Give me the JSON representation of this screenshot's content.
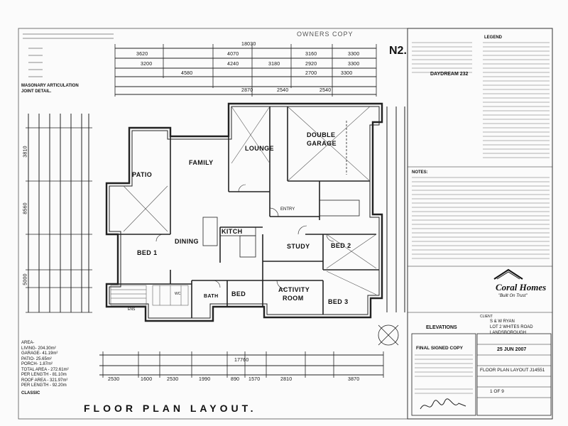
{
  "header": {
    "stamp": "OWNERS COPY",
    "sheet_no": "N2.",
    "design": "DAYDREAM 232"
  },
  "articulation": {
    "title_line1": "MASONARY ARTICULATION",
    "title_line2": "JOINT DETAIL."
  },
  "rooms": {
    "family": "FAMILY",
    "lounge": "LOUNGE",
    "garage_line1": "DOUBLE",
    "garage_line2": "GARAGE",
    "patio": "PATIO",
    "bed1": "BED 1",
    "dining": "DINING",
    "kitchen": "KITCH",
    "study": "STUDY",
    "bed2": "BED 2",
    "bed3": "BED 3",
    "bed": "BED",
    "bath": "BATH",
    "activity_line1": "ACTIVITY",
    "activity_line2": "ROOM",
    "entry": "ENTRY",
    "wc": "WC",
    "ens": "ENS"
  },
  "dimensions": {
    "top_overall": "18030",
    "top_row1": [
      "3620",
      "4070",
      "3160",
      "3300"
    ],
    "top_row2": [
      "3200",
      "4240",
      "3180",
      "2920",
      "3300"
    ],
    "top_row3": [
      "4580",
      "2700",
      "3300"
    ],
    "top_row4": [
      "2870",
      "2540",
      "2540"
    ],
    "bottom_overall": "17760",
    "bottom_row": [
      "2530",
      "1600",
      "2530",
      "1990",
      "890",
      "1570",
      "2810",
      "3870"
    ],
    "left_col": [
      "3810",
      "8560",
      "5000"
    ]
  },
  "areas": {
    "area_label": "AREA-",
    "living_label": "LIVING-",
    "living_value": "204.30m²",
    "garage_label": "GARAGE-",
    "garage_value": "41.19m²",
    "patio_label": "PATIO-",
    "patio_value": "25.65m²",
    "porch_label": "PORCH-",
    "porch_value": "1.87m²",
    "total_label": "TOTAL AREA -",
    "total_value": "272.61m²",
    "per_length_label": "PER LENGTH -",
    "per_length_value": "81.10m",
    "roof_label": "ROOF AREA -",
    "roof_value": "321.97m²",
    "per_length2_label": "PER LENGTH -",
    "per_length2_value": "92.20m",
    "classic": "CLASSIC"
  },
  "title": "FLOOR PLAN LAYOUT.",
  "elevations": "ELEVATIONS",
  "legend": {
    "heading": "LEGEND",
    "notes_heading": "NOTES:"
  },
  "company": {
    "name": "Coral Homes",
    "tagline": "\"Built On Trust\""
  },
  "client": {
    "label": "CLIENT",
    "name": "S & W RYAN",
    "lot": "LOT 2 WHITES ROAD",
    "suburb": "LANDSBOROUGH"
  },
  "final_copy": {
    "heading": "FINAL SIGNED COPY",
    "date": "25 JUN 2007"
  },
  "titleblock": {
    "drawing": "FLOOR PLAN LAYOUT",
    "job_no": "J14551",
    "sheet": "1 OF 9"
  }
}
